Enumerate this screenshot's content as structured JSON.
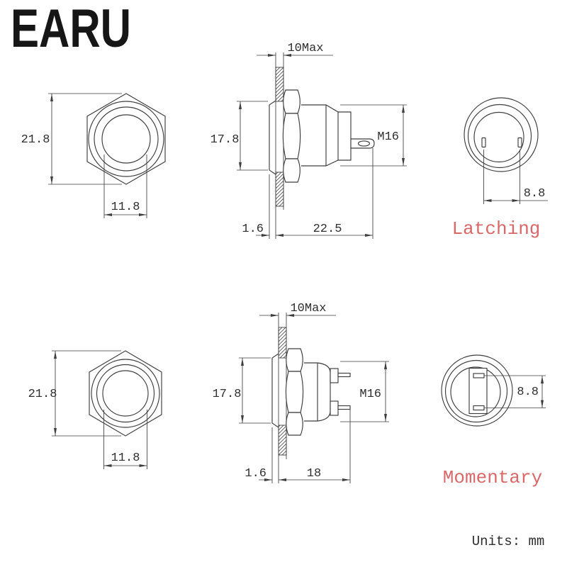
{
  "brand": {
    "logo_text": "EARU"
  },
  "footer": {
    "units_label": "Units: mm"
  },
  "colors": {
    "line": "#3e3e3e",
    "dimension_text": "#2e2e2e",
    "accent_red": "#d96868",
    "background": "#ffffff"
  },
  "latching": {
    "type_label": "Latching",
    "front_view": {
      "overall_height": "21.8",
      "button_diameter": "11.8"
    },
    "side_view": {
      "max_panel_thickness": "10Max",
      "head_diameter": "17.8",
      "thread_spec": "M16",
      "bezel_thickness": "1.6",
      "body_length": "22.5"
    },
    "rear_view": {
      "terminal_spacing": "8.8"
    }
  },
  "momentary": {
    "type_label": "Momentary",
    "front_view": {
      "overall_height": "21.8",
      "button_diameter": "11.8"
    },
    "side_view": {
      "max_panel_thickness": "10Max",
      "head_diameter": "17.8",
      "thread_spec": "M16",
      "bezel_thickness": "1.6",
      "body_length": "18"
    },
    "rear_view": {
      "terminal_spacing": "8.8"
    }
  }
}
